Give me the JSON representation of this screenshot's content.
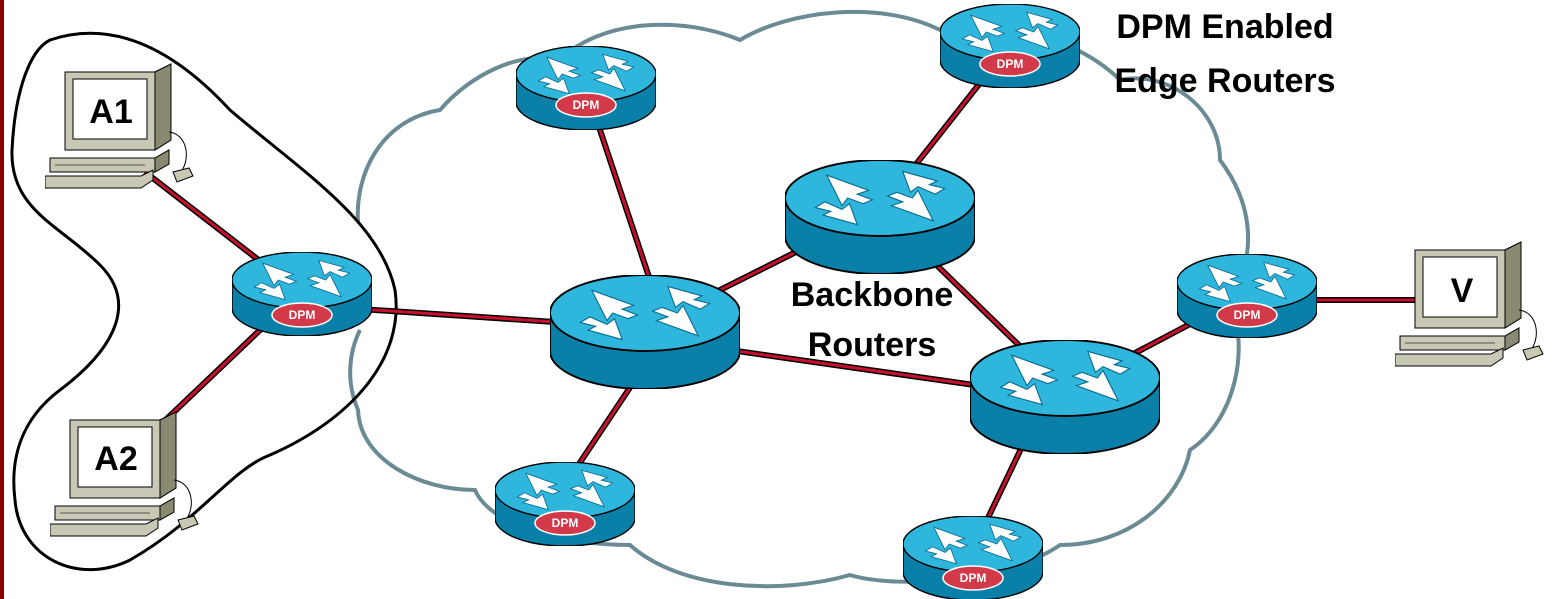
{
  "colors": {
    "link_outer": "#000000",
    "link_inner": "#c8102e",
    "router_top": "#2fb6dc",
    "router_side": "#0a7fa8",
    "dpm_badge": "#d23a4a",
    "cloud_stroke": "#6a8a94",
    "left_border": "#8b0000"
  },
  "labels": {
    "dpm_enabled_line1": "DPM Enabled",
    "dpm_enabled_line2": "Edge Routers",
    "backbone_line1": "Backbone",
    "backbone_line2": "Routers"
  },
  "computers": {
    "a1": "A1",
    "a2": "A2",
    "v": "V"
  },
  "dpm_badge_text": "DPM",
  "icons": {
    "router": "router-icon",
    "computer": "desktop-computer-icon",
    "cloud": "network-cloud-icon"
  }
}
